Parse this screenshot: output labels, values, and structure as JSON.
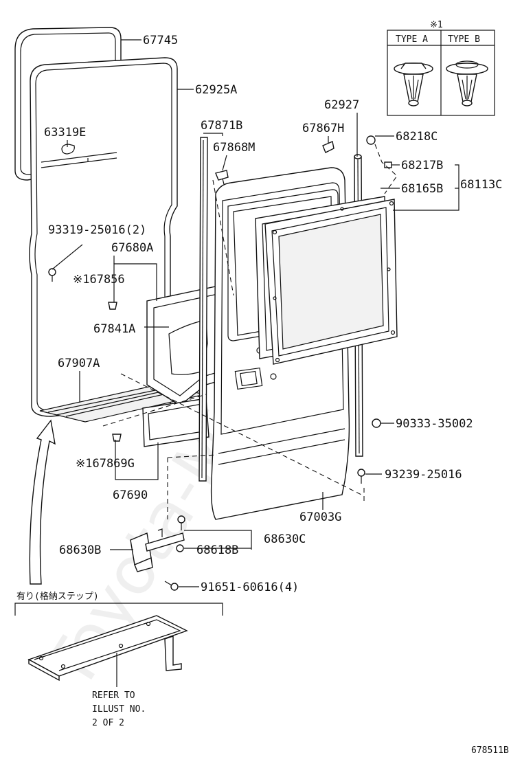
{
  "watermark": "Toyota-Mirror.ru",
  "diagram_id": "678511B",
  "type_table": {
    "note_mark": "※1",
    "type_a": "TYPE A",
    "type_b": "TYPE B"
  },
  "labels": {
    "p67745": "67745",
    "p62925a": "62925A",
    "p63319e": "63319E",
    "p93319": "93319-25016(2)",
    "p67680a": "67680A",
    "p67856": "※167856",
    "p67841a": "67841A",
    "p67907a": "67907A",
    "p67869g": "※167869G",
    "p67690": "67690",
    "p67871b": "67871B",
    "p67868m": "67868M",
    "p62927": "62927",
    "p67867h": "67867H",
    "p68218c": "68218C",
    "p68217b": "68217B",
    "p68165b": "68165B",
    "p68113c": "68113C",
    "p90333": "90333-35002",
    "p93239": "93239-25016",
    "p67003g": "67003G",
    "p68630c": "68630C",
    "p68630b": "68630B",
    "p68618b": "68618B",
    "p91651": "91651-60616(4)"
  },
  "step_box": {
    "title": "有り(格納ステップ)",
    "refer_line1": "REFER TO",
    "refer_line2": "ILLUST NO.",
    "refer_line3": "2 OF 2"
  }
}
